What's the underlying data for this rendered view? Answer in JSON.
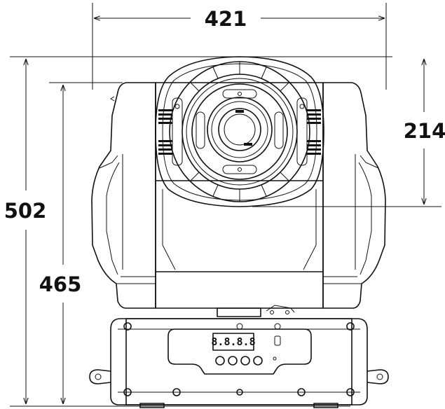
{
  "dimensions": {
    "overall_width": "421",
    "head_height": "214",
    "overall_height": "502",
    "body_height": "465"
  },
  "display": {
    "readout": "8.8.8.8",
    "button_count": 4
  },
  "colors": {
    "line": "#111111",
    "background": "#ffffff"
  }
}
